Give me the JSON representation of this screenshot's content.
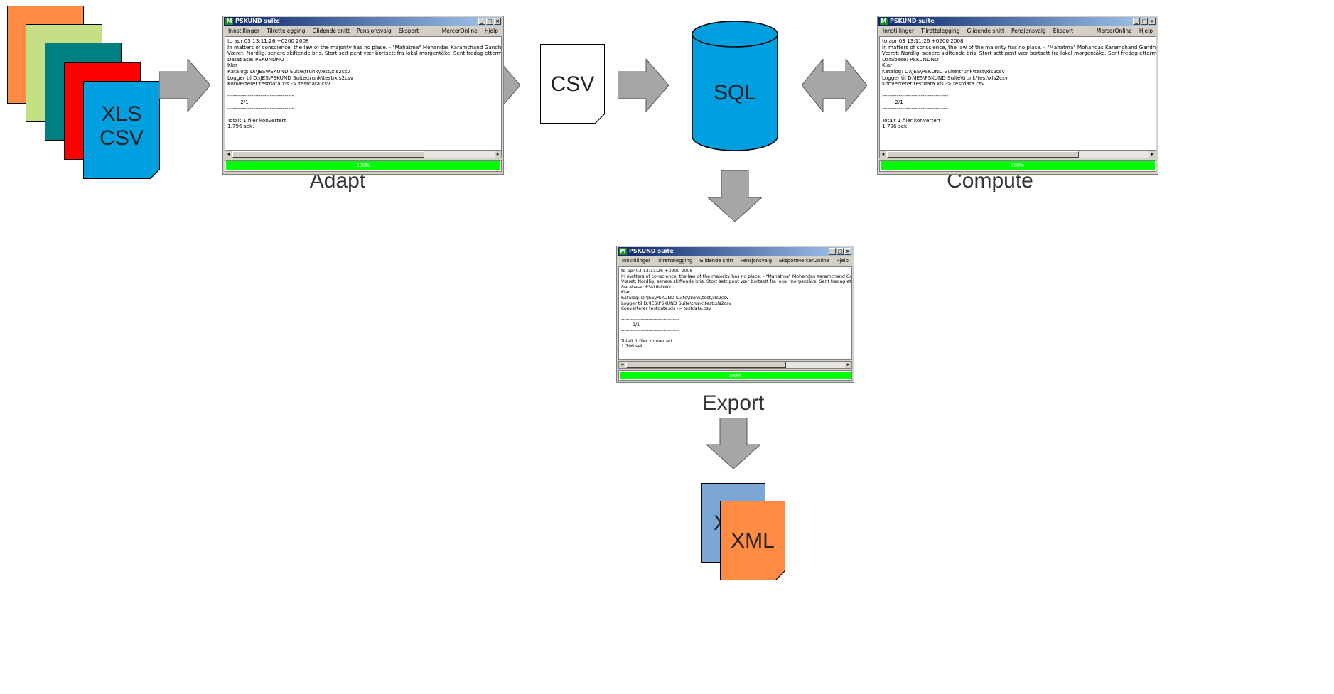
{
  "stack_docs": [
    {
      "color": "#ff8c42"
    },
    {
      "color": "#c5e084"
    },
    {
      "color": "#008080"
    },
    {
      "color": "#ff0000"
    },
    {
      "color": "#00a0e0",
      "label_line1": "XLS",
      "label_line2": "CSV"
    }
  ],
  "csv_doc": {
    "label": "CSV"
  },
  "database": {
    "label": "SQL",
    "color": "#00a0e0"
  },
  "captions": {
    "adapt": "Adapt",
    "compute": "Compute",
    "export": "Export"
  },
  "xml_docs": {
    "back_label": "X",
    "front_label": "XML",
    "back_color": "#7ba7d4",
    "front_color": "#ff8c42"
  },
  "app_window": {
    "title": "PSKUND suite",
    "icon_letter": "M",
    "menu_left": [
      "Innstillinger",
      "Tilrettelegging",
      "Glidende snitt",
      "Pensjonsvalg",
      "Eksport"
    ],
    "menu_right": [
      "MercerOnline",
      "Hjelp"
    ],
    "log_lines": [
      "to apr 03 13:11:26 +0200 2008",
      "In matters of conscience, the law of the majority has no place. - \"Mahatma\" Mohandas Karamchand Gandhi",
      "Været: Nordlig, senere skiftende bris. Stort sett pent vær bortsett fra lokal morgentåke. Sent fredag ettermiddag tro",
      "Database: PSKUNDNO",
      "Klar",
      "Katalog: D:\\JES\\PSKUND Suite\\trunk\\test\\xls2csv",
      "Logger til D:\\JES\\PSKUND Suite\\trunk\\test\\xls2csv",
      "Konverterer testdata.xls -> testdata.csv",
      "",
      "------------------------------------",
      "        2/1",
      "------------------------------------",
      "",
      "Totalt 1 filer konvertert",
      "1.796 sek."
    ],
    "progress_text": "100%",
    "progress_value": 1.0,
    "progress_color": "#00ff00"
  },
  "arrow_color": "#a6a6a6"
}
